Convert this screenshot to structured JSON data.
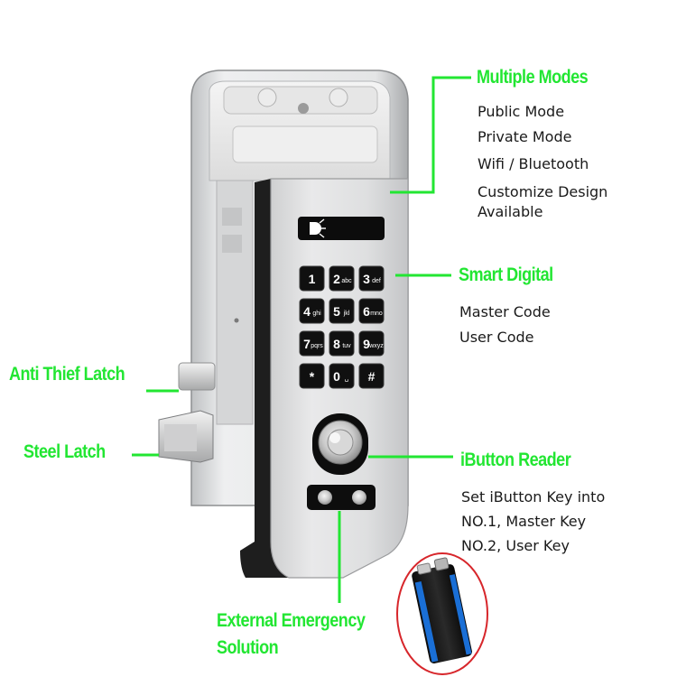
{
  "callouts": {
    "multiple_modes": {
      "title": "Multiple Modes",
      "items": [
        "Public Mode",
        "Private Mode",
        "Wifi / Bluetooth",
        "Customize Design",
        "Available"
      ]
    },
    "smart_digital": {
      "title": "Smart Digital",
      "items": [
        "Master Code",
        "User Code"
      ]
    },
    "ibutton_reader": {
      "title": "iButton Reader",
      "items": [
        "Set iButton Key into",
        "NO.1, Master Key",
        "NO.2, User Key"
      ]
    },
    "anti_thief_latch": {
      "title": "Anti Thief Latch"
    },
    "steel_latch": {
      "title": "Steel Latch"
    },
    "emergency": {
      "title_lines": [
        "External Emergency",
        "Solution"
      ]
    }
  },
  "keypad": {
    "keys": [
      {
        "digit": "1",
        "letters": ""
      },
      {
        "digit": "2",
        "letters": "abc"
      },
      {
        "digit": "3",
        "letters": "def"
      },
      {
        "digit": "4",
        "letters": "ghi"
      },
      {
        "digit": "5",
        "letters": "jkl"
      },
      {
        "digit": "6",
        "letters": "mno"
      },
      {
        "digit": "7",
        "letters": "pqrs"
      },
      {
        "digit": "8",
        "letters": "tuv"
      },
      {
        "digit": "9",
        "letters": "wxyz"
      },
      {
        "digit": "*",
        "letters": ""
      },
      {
        "digit": "0",
        "letters": "␣"
      },
      {
        "digit": "#",
        "letters": ""
      }
    ]
  },
  "colors": {
    "accent_green": "#22e632",
    "battery_blue": "#1a6fd6",
    "battery_ring": "#d7262b",
    "metal": "#d9d9da"
  },
  "icons": {
    "display": "light-icon",
    "battery": "9v-battery-icon",
    "ibutton": "ibutton-reader-icon"
  }
}
